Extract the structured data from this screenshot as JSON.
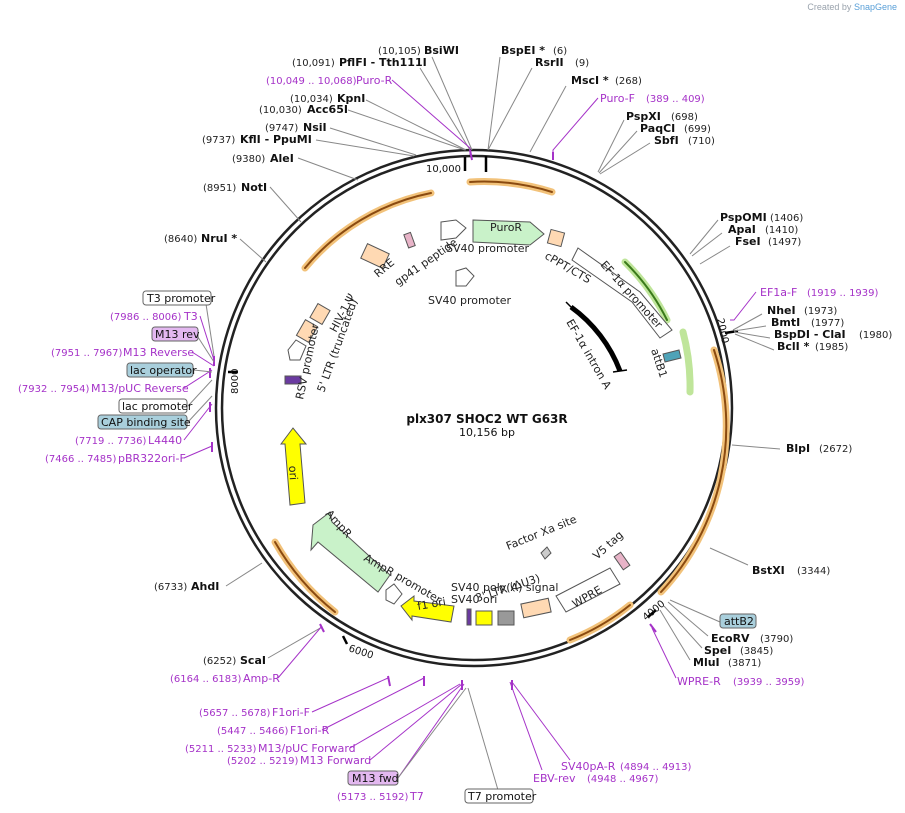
{
  "credit": {
    "prefix": "Created by",
    "brand": "SnapGene"
  },
  "plasmid": {
    "name": "plx307 SHOC2 WT G63R",
    "length": "10,156 bp"
  },
  "ticks": [
    "10,000",
    "2000",
    "4000",
    "6000",
    "8000"
  ],
  "sites": [
    {
      "name": "BsiWI",
      "pos": "(10,105)"
    },
    {
      "name": "PflFI  - Tth111I",
      "pos": "(10,091)"
    },
    {
      "name": "BspEI *",
      "pos": "(6)"
    },
    {
      "name": "RsrII",
      "pos": "(9)"
    },
    {
      "name": "MscI *",
      "pos": "(268)"
    },
    {
      "name": "KpnI",
      "pos": "(10,034)"
    },
    {
      "name": "Acc65I",
      "pos": "(10,030)"
    },
    {
      "name": "NsiI",
      "pos": "(9747)"
    },
    {
      "name": "KflI  - PpuMI",
      "pos": "(9737)"
    },
    {
      "name": "AleI",
      "pos": "(9380)"
    },
    {
      "name": "PspXI",
      "pos": "(698)"
    },
    {
      "name": "PaqCI",
      "pos": "(699)"
    },
    {
      "name": "SbfI",
      "pos": "(710)"
    },
    {
      "name": "NotI",
      "pos": "(8951)"
    },
    {
      "name": "PspOMI",
      "pos": "(1406)"
    },
    {
      "name": "ApaI",
      "pos": "(1410)"
    },
    {
      "name": "FseI",
      "pos": "(1497)"
    },
    {
      "name": "NruI *",
      "pos": "(8640)"
    },
    {
      "name": "NheI",
      "pos": "(1973)"
    },
    {
      "name": "BmtI",
      "pos": "(1977)"
    },
    {
      "name": "BspDI  - ClaI",
      "pos": "(1980)"
    },
    {
      "name": "BclI *",
      "pos": "(1985)"
    },
    {
      "name": "BlpI",
      "pos": "(2672)"
    },
    {
      "name": "BstXI",
      "pos": "(3344)"
    },
    {
      "name": "EcoRV",
      "pos": "(3790)"
    },
    {
      "name": "SpeI",
      "pos": "(3845)"
    },
    {
      "name": "MluI",
      "pos": "(3871)"
    },
    {
      "name": "AhdI",
      "pos": "(6733)"
    },
    {
      "name": "ScaI",
      "pos": "(6252)"
    }
  ],
  "primers": [
    {
      "name": "Puro-R",
      "range": "(10,049 .. 10,068)"
    },
    {
      "name": "Puro-F",
      "range": "(389 .. 409)"
    },
    {
      "name": "EF1a-F",
      "range": "(1919 .. 1939)"
    },
    {
      "name": "T3",
      "range": "(7986 .. 8006)"
    },
    {
      "name": "M13 Reverse",
      "range": "(7951 .. 7967)"
    },
    {
      "name": "M13/pUC Reverse",
      "range": "(7932 .. 7954)"
    },
    {
      "name": "L4440",
      "range": "(7719 .. 7736)"
    },
    {
      "name": "pBR322ori-F",
      "range": "(7466 .. 7485)"
    },
    {
      "name": "WPRE-R",
      "range": "(3939 .. 3959)"
    },
    {
      "name": "Amp-R",
      "range": "(6164 .. 6183)"
    },
    {
      "name": "F1ori-F",
      "range": "(5657 .. 5678)"
    },
    {
      "name": "F1ori-R",
      "range": "(5447 .. 5466)"
    },
    {
      "name": "M13/pUC Forward",
      "range": "(5211 .. 5233)"
    },
    {
      "name": "M13 Forward",
      "range": "(5202 .. 5219)"
    },
    {
      "name": "T7",
      "range": "(5173 .. 5192)"
    },
    {
      "name": "SV40pA-R",
      "range": "(4894 .. 4913)"
    },
    {
      "name": "EBV-rev",
      "range": "(4948 .. 4967)"
    }
  ],
  "boxes": {
    "t3_promoter": "T3 promoter",
    "m13_rev": "M13 rev",
    "lac_operator": "lac operator",
    "lac_promoter": "lac promoter",
    "cap_site": "CAP binding site",
    "attb2": "attB2",
    "m13_fwd": "M13 fwd",
    "t7_promoter": "T7 promoter"
  },
  "features": {
    "puror": "PuroR",
    "sv40_promoter_1": "SV40 promoter",
    "sv40_promoter_2": "SV40 promoter",
    "cppt": "cPPT/CTS",
    "ef1a_promoter": "EF-1α promoter",
    "ef1a_intron": "EF-1α intron A",
    "attb1": "attB1",
    "rre": "RRE",
    "gp41": "gp41 peptide",
    "hiv_psi": "HIV-1 Ψ",
    "ltr5": "5' LTR (truncated)",
    "rsv": "RSV promoter",
    "ori": "ori",
    "ampr": "AmpR",
    "ampr_promoter": "AmpR promoter",
    "f1_ori": "f1 ori",
    "sv40_ori": "SV40 ori",
    "sv40_polya": "SV40 poly(A) signal",
    "ltr3": "3' LTR (ΔU3)",
    "wpre": "WPRE",
    "factor_xa": "Factor Xa site",
    "v5_tag": "V5 tag"
  }
}
